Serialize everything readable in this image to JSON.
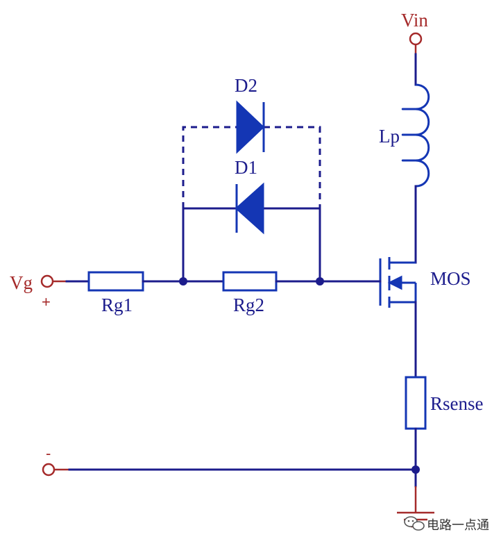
{
  "labels": {
    "vin": "Vin",
    "vg": "Vg",
    "vg_plus": "+",
    "gnd_minus": "-",
    "rg1": "Rg1",
    "rg2": "Rg2",
    "d1": "D1",
    "d2": "D2",
    "lp": "Lp",
    "mos": "MOS",
    "rsense": "Rsense"
  },
  "watermark": {
    "text": "电路一点通"
  },
  "colors": {
    "wire": "#1c1c8c",
    "component": "#1436b4",
    "terminal": "#a52a2a"
  }
}
